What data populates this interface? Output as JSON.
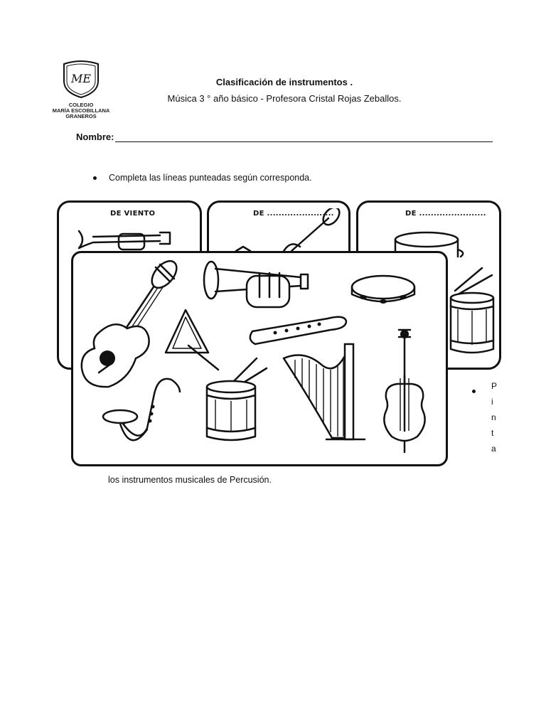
{
  "header": {
    "logo_lines": [
      "COLEGIO",
      "MARÍA ESCOBILLANA",
      "GRANEROS"
    ],
    "title": "Clasificación de instrumentos  .",
    "subtitle": "Música 3 ° año básico - Profesora Cristal Rojas Zeballos."
  },
  "form": {
    "name_label": "Nombre:"
  },
  "instructions": {
    "item1": "Completa las líneas punteadas según corresponda.",
    "item2_letters": [
      "P",
      "i",
      "n",
      "t",
      "a"
    ],
    "item2_rest": "los instrumentos musicales de Percusión."
  },
  "cards": [
    {
      "title": "DE VIENTO"
    },
    {
      "title": "DE ......................."
    },
    {
      "title": "DE ......................."
    }
  ],
  "instruments": [
    "guitar-icon",
    "trumpet-icon",
    "tambourine-icon",
    "triangle-icon",
    "recorder-icon",
    "saxophone-icon",
    "drum-icon",
    "harp-icon",
    "violin-icon"
  ]
}
